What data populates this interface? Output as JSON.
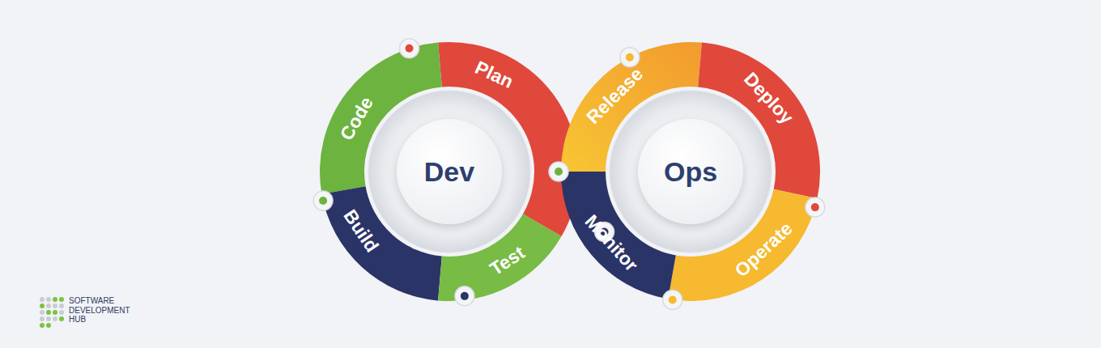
{
  "diagram": {
    "nodes": [
      {
        "text": [
          "Dev"
        ]
      },
      {
        "text": [
          "Plan"
        ]
      },
      {
        "text": [
          "Code"
        ]
      },
      {
        "text": [
          "Build"
        ]
      },
      {
        "text": [
          "Test"
        ]
      },
      {
        "text": [
          "Ops"
        ]
      },
      {
        "text": [
          "Release"
        ]
      },
      {
        "text": [
          "Deploy"
        ]
      },
      {
        "text": [
          "Operate"
        ]
      },
      {
        "text": [
          "Monitor"
        ]
      }
    ],
    "labels": [
      "SOFTWARE DEVELOPMENT HUB"
    ]
  }
}
